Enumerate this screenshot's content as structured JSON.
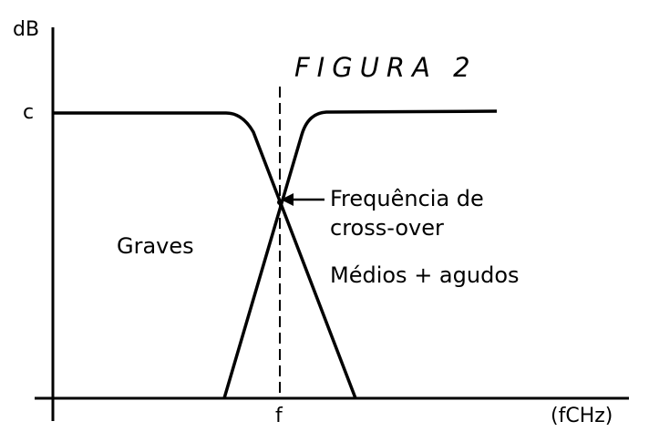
{
  "figure": {
    "title": "FIGURA 2",
    "y_axis_label": "dB",
    "x_axis_label": "(fCHz)",
    "y_level_label": "c",
    "x_marker_label": "f",
    "crossover_label_line1": "Frequência de",
    "crossover_label_line2": "cross-over",
    "low_band_label": "Graves",
    "high_band_label": "Médios + agudos"
  },
  "colors": {
    "ink": "#000000",
    "background": "#ffffff"
  }
}
